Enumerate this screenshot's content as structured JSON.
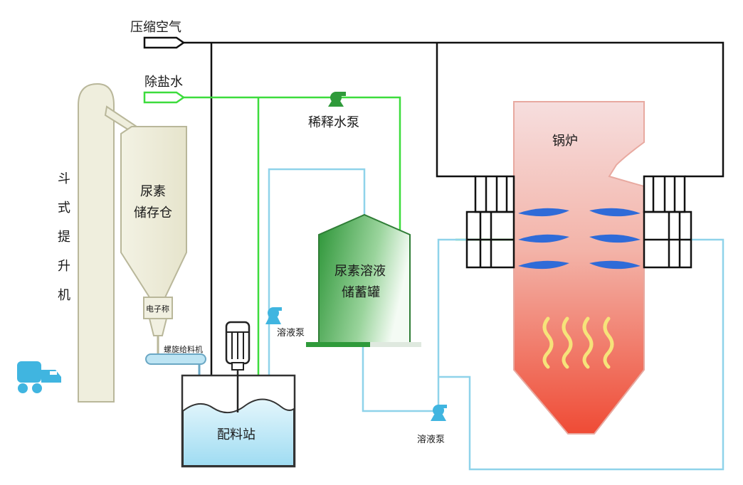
{
  "labels": {
    "compressed_air": "压缩空气",
    "demin_water": "除盐水",
    "dilution_pump": "稀释水泵",
    "bucket_elevator": [
      "斗",
      "式",
      "提",
      "升",
      "机"
    ],
    "urea_silo": [
      "尿素",
      "储存仓"
    ],
    "scale": "电子称",
    "screw_feeder": "螺旋给料机",
    "solution_pump_left": "溶液泵",
    "solution_pump_bottom": "溶液泵",
    "mixing_station": "配料站",
    "urea_tank": [
      "尿素溶液",
      "储蓄罐"
    ],
    "boiler": "锅炉"
  },
  "colors": {
    "air_line": "#111111",
    "water_line": "#3ddc3d",
    "solution_line": "#8fd3ea",
    "silo_fill": "#efeedd",
    "silo_stroke": "#b9b79a",
    "tank_top": "#2f9a3a",
    "boiler_top": "#f6dada",
    "boiler_bottom": "#f0503c",
    "nozzle": "#2f6bd8",
    "flame": "#f6e37a",
    "station_water": "#bfe6f5",
    "truck": "#40b5e0"
  }
}
